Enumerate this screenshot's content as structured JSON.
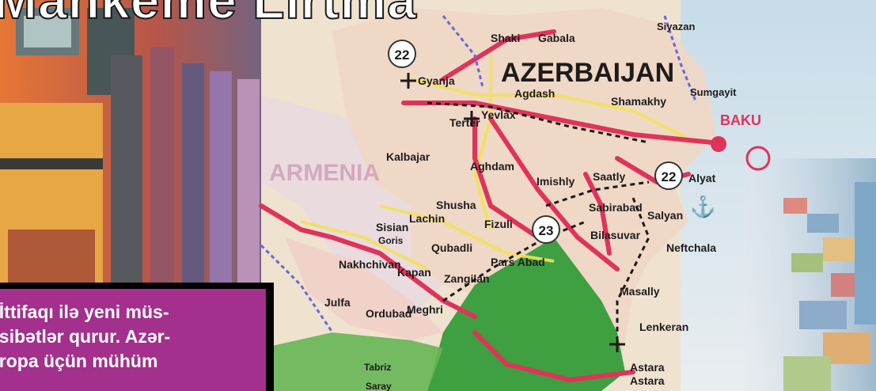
{
  "headline": "Mahkeme Lirtma",
  "caption": {
    "lines": [
      "ı İttifaqı ilə yeni müs-",
      "asibətlər qurur. Azər-",
      "vropa üçün mühüm"
    ]
  },
  "map": {
    "country_label": "AZERBAIJAN",
    "neighbor_label": "ARMENIA",
    "capital_label": "BAKU",
    "road_markers": [
      "22",
      "22",
      "23"
    ],
    "cities": [
      "Shaki",
      "Gabala",
      "Siyazan",
      "Gyanja",
      "Agdash",
      "Shamakhy",
      "Sumgayit",
      "Yevlax",
      "Terter",
      "Kalbajar",
      "Aghdam",
      "Imishly",
      "Saatly",
      "Alyat",
      "Shusha",
      "Lachin",
      "Fizuli",
      "Sabirabad",
      "Salyan",
      "Sisian",
      "Goris",
      "Qubadli",
      "Bilasuvar",
      "Neftchala",
      "Nakhchivan",
      "Kapan",
      "Zangilan",
      "Pars Abad",
      "Julfa",
      "Ordubad",
      "Meghri",
      "Masally",
      "Lenkeran",
      "Astara",
      "Astara",
      "Tabriz",
      "Saray"
    ]
  },
  "colors": {
    "caption_bg": "#a2308c",
    "rail": "#e0335a",
    "road": "#f2e25a",
    "iran": "#3ea041",
    "azerbaijan": "#f0d7c4",
    "sea": "#d8e6ef"
  }
}
